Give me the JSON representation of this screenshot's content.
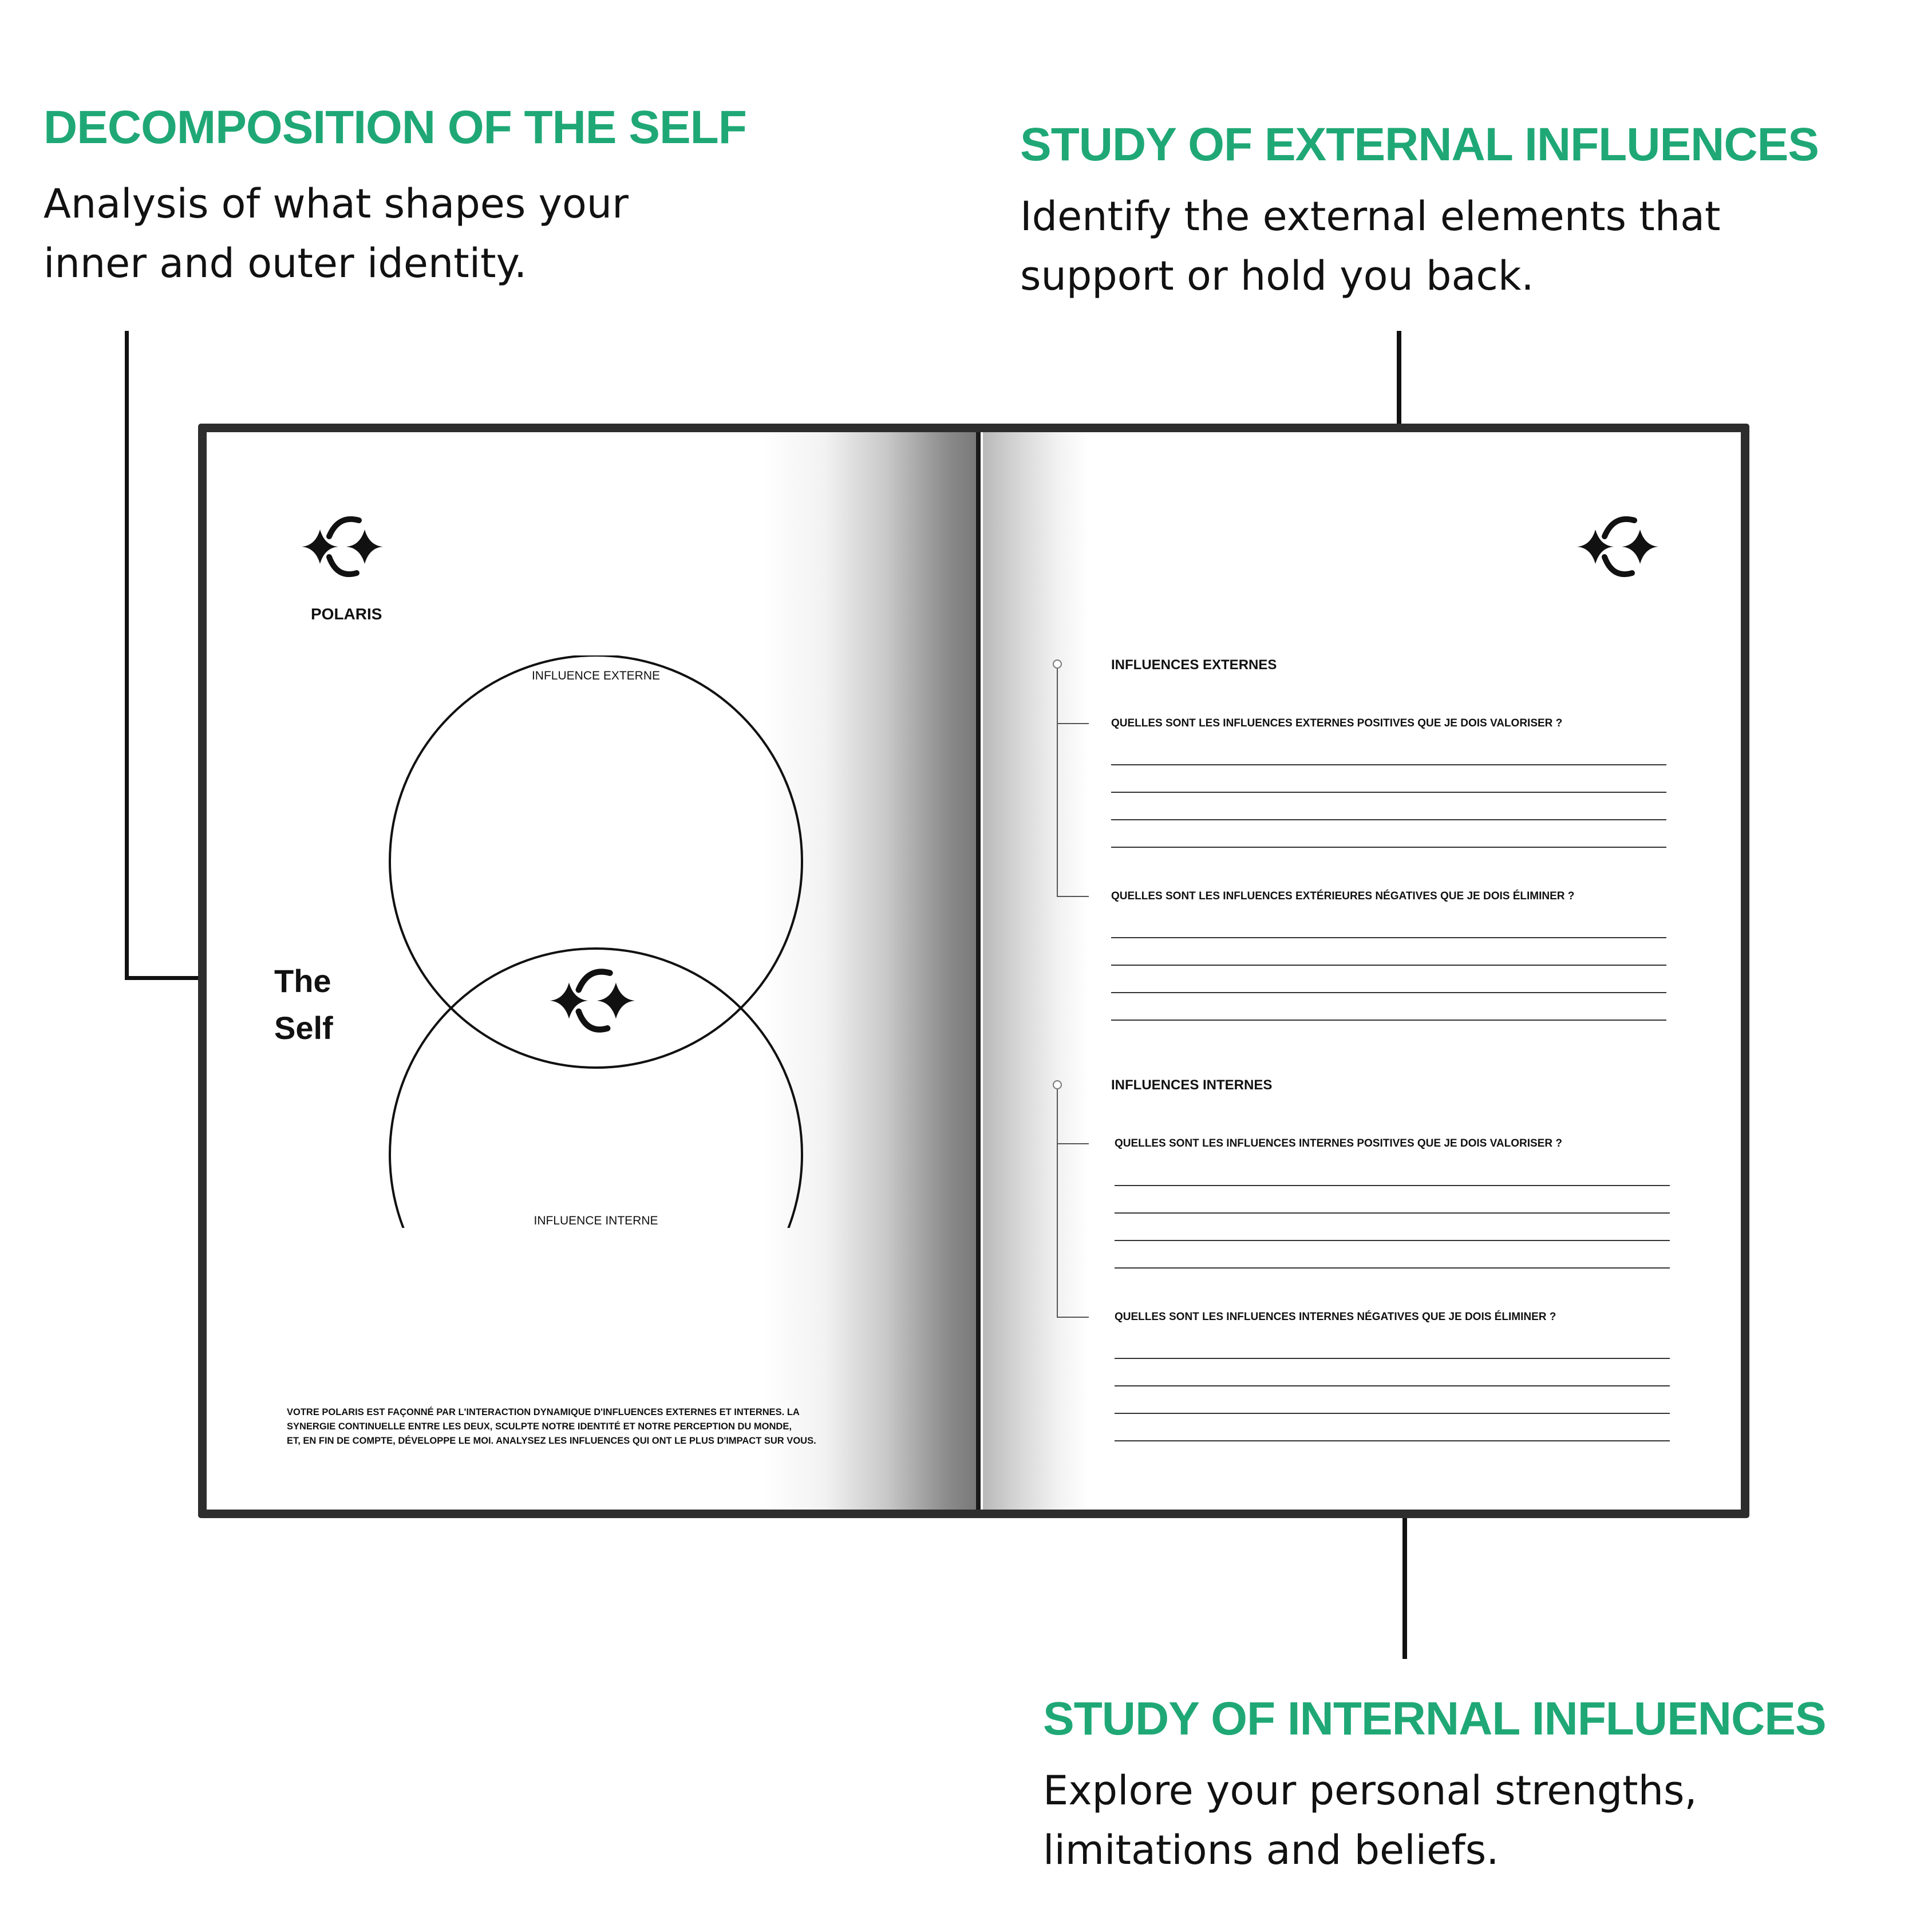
{
  "callouts": {
    "decomposition": {
      "title": "DECOMPOSITION OF THE SELF",
      "line1": "Analysis of what shapes your",
      "line2": "inner and outer identity."
    },
    "external": {
      "title": "STUDY OF EXTERNAL INFLUENCES",
      "line1": "Identify the external elements that",
      "line2": "support or hold you back."
    },
    "internal": {
      "title": "STUDY OF INTERNAL INFLUENCES",
      "line1": "Explore your personal strengths,",
      "line2": "limitations and beliefs."
    }
  },
  "left_page": {
    "brand": "POLARIS",
    "circle_top_label": "INFLUENCE EXTERNE",
    "circle_bottom_label": "INFLUENCE INTERNE",
    "self_line1": "The",
    "self_line2": "Self",
    "body_line1": "VOTRE POLARIS EST FAÇONNÉ PAR L'INTERACTION DYNAMIQUE D'INFLUENCES EXTERNES ET INTERNES. LA",
    "body_line2": "SYNERGIE CONTINUELLE ENTRE LES DEUX, SCULPTE NOTRE IDENTITÉ ET NOTRE PERCEPTION DU MONDE,",
    "body_line3": "ET, EN FIN DE COMPTE, DÉVELOPPE LE MOI. ANALYSEZ LES INFLUENCES QUI ONT LE PLUS D'IMPACT SUR VOUS."
  },
  "right_page": {
    "external_section": {
      "title": "INFLUENCES EXTERNES",
      "q1": "QUELLES SONT LES INFLUENCES EXTERNES POSITIVES QUE JE DOIS VALORISER ?",
      "q2": "QUELLES SONT LES INFLUENCES EXTÉRIEURES NÉGATIVES QUE JE DOIS ÉLIMINER ?"
    },
    "internal_section": {
      "title": "INFLUENCES INTERNES",
      "q1": "QUELLES SONT LES INFLUENCES INTERNES POSITIVES QUE JE DOIS VALORISER ?",
      "q2": "QUELLES SONT LES INFLUENCES INTERNES NÉGATIVES QUE JE DOIS ÉLIMINER ?"
    }
  },
  "colors": {
    "accent": "#1fa876",
    "ink": "#111111",
    "frame": "#2d2d2d"
  },
  "icons": [
    "polaris-logo-icon"
  ]
}
